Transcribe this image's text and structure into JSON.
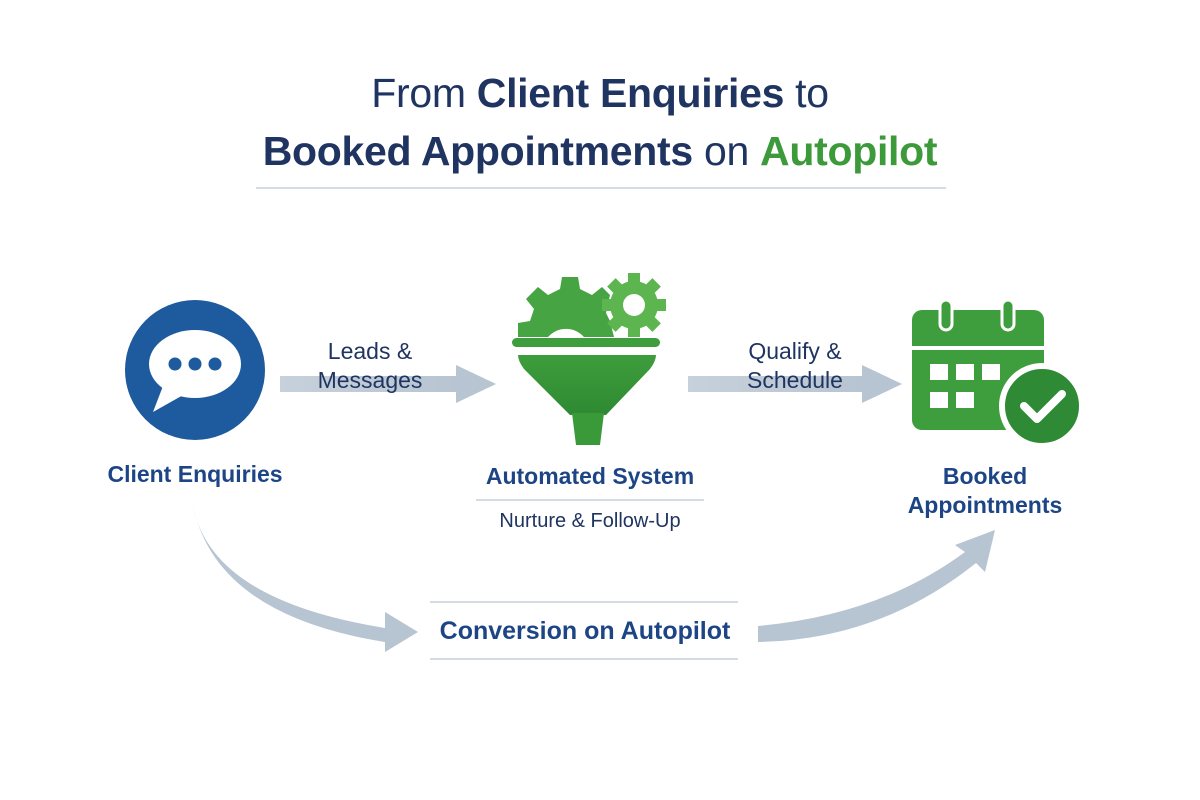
{
  "title": {
    "line1": [
      {
        "text": "From ",
        "style": "normal"
      },
      {
        "text": "Client Enquiries",
        "style": "bold"
      },
      {
        "text": " to",
        "style": "normal"
      }
    ],
    "line2": [
      {
        "text": "Booked Appointments",
        "style": "bold"
      },
      {
        "text": " on ",
        "style": "normal"
      },
      {
        "text": "Autopilot",
        "style": "green"
      }
    ]
  },
  "nodes": {
    "client_enquiries": {
      "label": "Client Enquiries",
      "icon": "chat-bubble-icon"
    },
    "automated_system": {
      "label": "Automated System",
      "sublabel": "Nurture & Follow-Up",
      "icon": "funnel-gears-icon"
    },
    "booked_appointments": {
      "label_line1": "Booked",
      "label_line2": "Appointments",
      "icon": "calendar-check-icon"
    }
  },
  "arrows": {
    "leads": {
      "line1": "Leads &",
      "line2": "Messages"
    },
    "qualify": {
      "line1": "Qualify &",
      "line2": "Schedule"
    }
  },
  "bottom": {
    "label": "Conversion on Autopilot"
  },
  "colors": {
    "navy": "#1f3461",
    "blue": "#1d5a9e",
    "green": "#3c9a3a",
    "arrow_gray": "#b7c4d1"
  }
}
